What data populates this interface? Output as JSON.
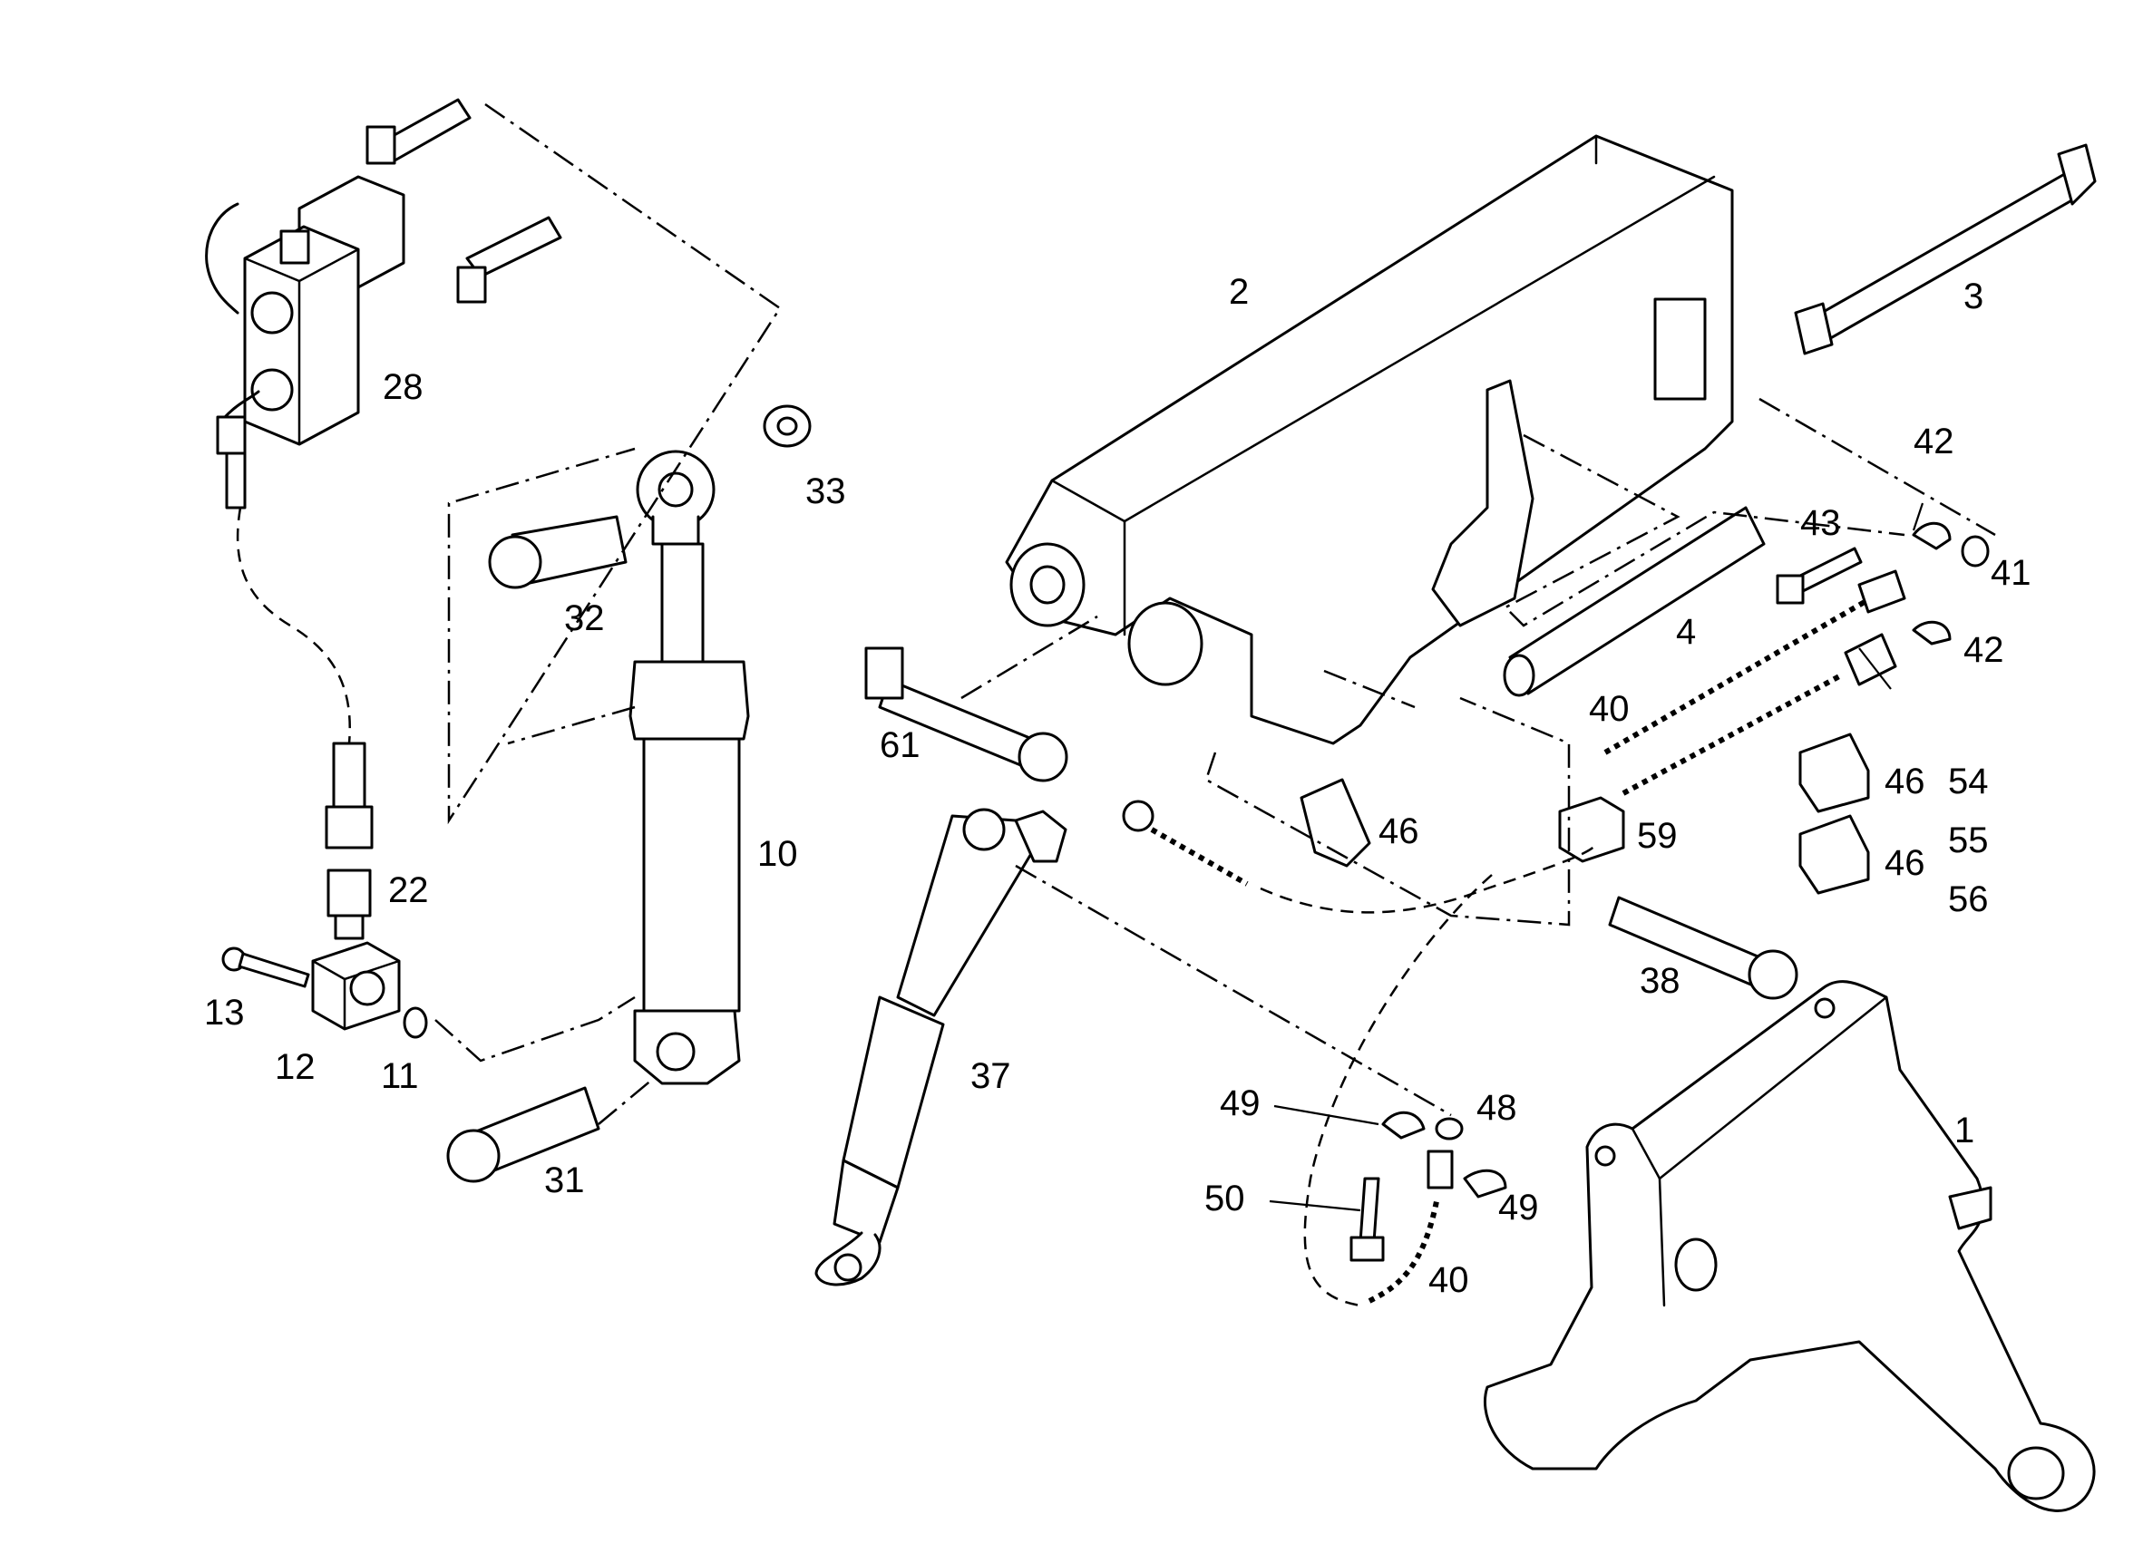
{
  "callouts": [
    "1",
    "2",
    "3",
    "4",
    "10",
    "11",
    "12",
    "13",
    "22",
    "28",
    "31",
    "32",
    "33",
    "37",
    "38",
    "40",
    "40",
    "41",
    "42",
    "42",
    "43",
    "46",
    "46",
    "46",
    "48",
    "49",
    "49",
    "50",
    "54",
    "55",
    "56",
    "59",
    "61"
  ]
}
